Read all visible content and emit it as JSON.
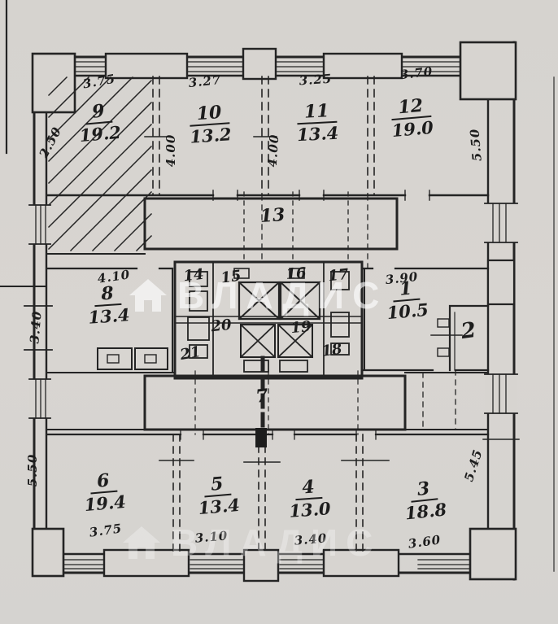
{
  "watermark": {
    "brand": "ВЛАДИС"
  },
  "rooms": {
    "r1": {
      "number": "1",
      "area": "10.5"
    },
    "r2": {
      "number": "2"
    },
    "r3": {
      "number": "3",
      "area": "18.8"
    },
    "r4": {
      "number": "4",
      "area": "13.0"
    },
    "r5": {
      "number": "5",
      "area": "13.4"
    },
    "r6": {
      "number": "6",
      "area": "19.4"
    },
    "r7": {
      "number": "7"
    },
    "r8": {
      "number": "8",
      "area": "13.4"
    },
    "r9": {
      "number": "9",
      "area": "19.2"
    },
    "r10": {
      "number": "10",
      "area": "13.2"
    },
    "r11": {
      "number": "11",
      "area": "13.4"
    },
    "r12": {
      "number": "12",
      "area": "19.0"
    },
    "r13": {
      "number": "13"
    },
    "r14": {
      "number": "14"
    },
    "r15": {
      "number": "15"
    },
    "r16": {
      "number": "16"
    },
    "r17": {
      "number": "17"
    },
    "r18": {
      "number": "18"
    },
    "r19": {
      "number": "19"
    },
    "r20": {
      "number": "20"
    },
    "r21": {
      "number": "21"
    }
  },
  "dimensions": {
    "r9_top": "3.75",
    "r9_left": "2.50",
    "r10_top": "3.27",
    "r10_left": "4.00",
    "r11_top": "3.25",
    "r11_left": "4.00",
    "r12_top": "3.70",
    "r12_right": "5.50",
    "r8_top": "4.10",
    "r8_left": "3.40",
    "r1_top": "3.90",
    "r6_left": "5.50",
    "r6_bottom": "3.75",
    "r5_bottom": "3.10",
    "r4_bottom": "3.40",
    "r3_bottom": "3.60",
    "r3_right": "5.45"
  },
  "colors": {
    "paper": "#d7d4d0",
    "ink": "#242424",
    "watermark": "#ffffff"
  }
}
